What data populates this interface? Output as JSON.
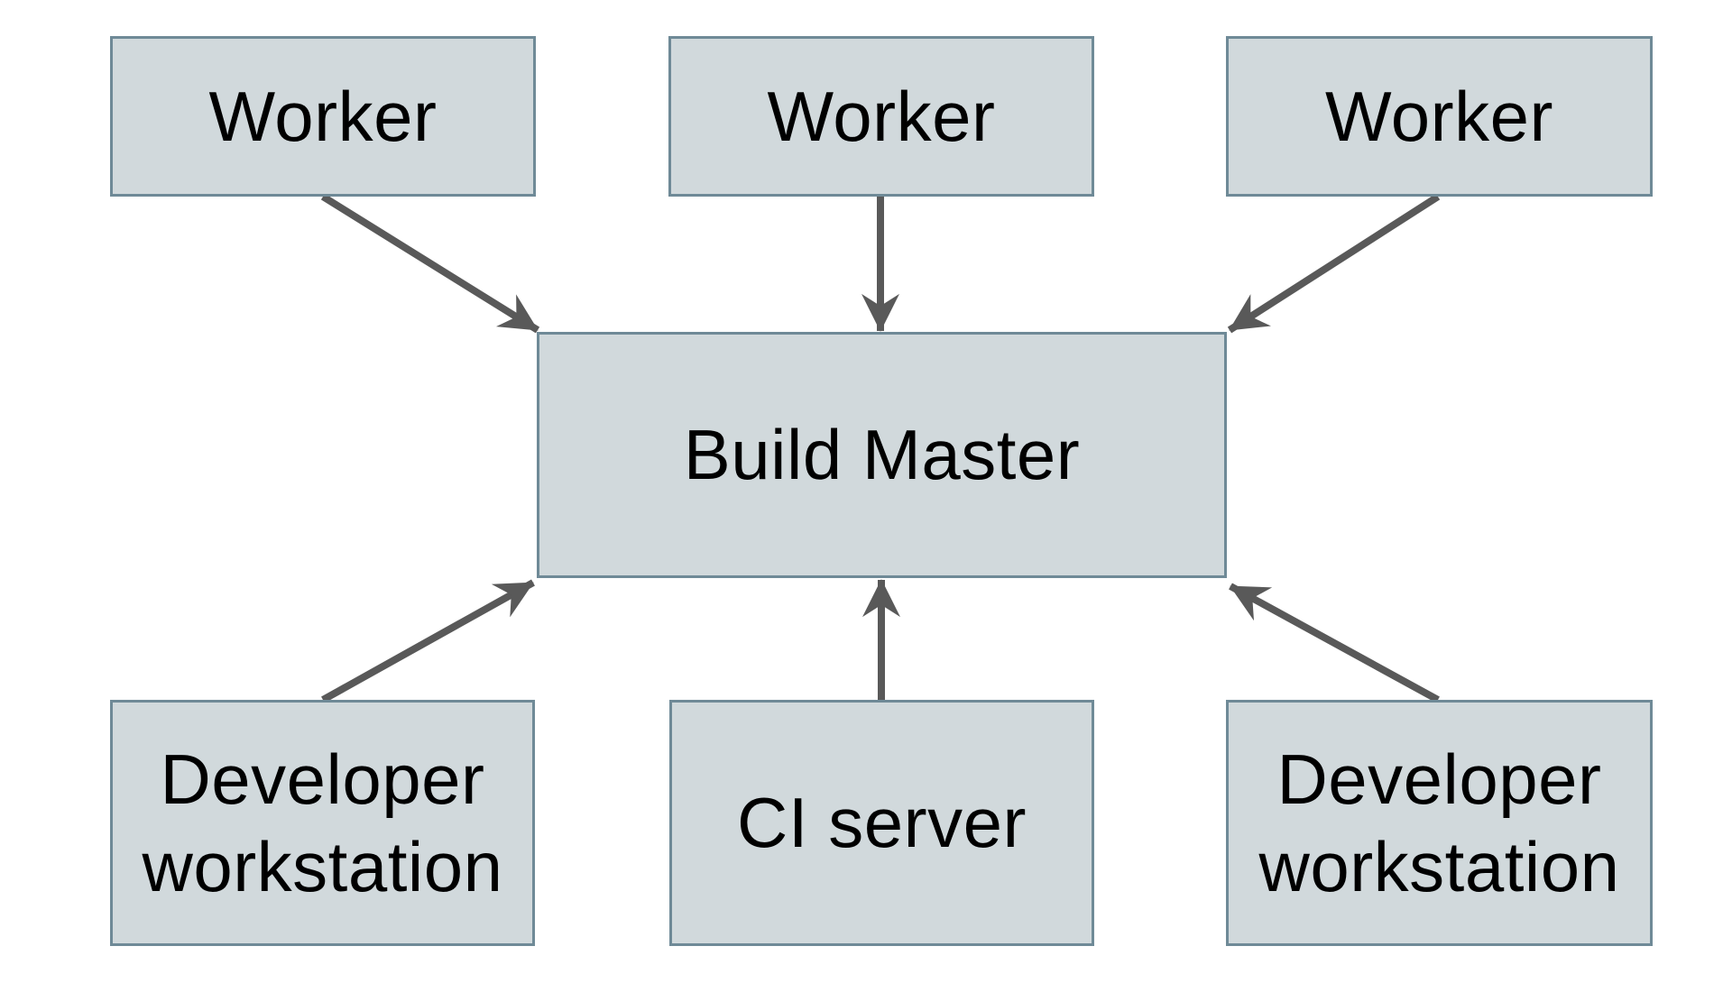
{
  "diagram": {
    "nodes": {
      "worker1": {
        "label": "Worker"
      },
      "worker2": {
        "label": "Worker"
      },
      "worker3": {
        "label": "Worker"
      },
      "build_master": {
        "label": "Build Master"
      },
      "dev_workstation_left": {
        "label": "Developer workstation"
      },
      "ci_server": {
        "label": "CI server"
      },
      "dev_workstation_right": {
        "label": "Developer workstation"
      }
    },
    "edges": [
      {
        "from": "worker1",
        "to": "build_master"
      },
      {
        "from": "worker2",
        "to": "build_master"
      },
      {
        "from": "worker3",
        "to": "build_master"
      },
      {
        "from": "dev_workstation_left",
        "to": "build_master"
      },
      {
        "from": "ci_server",
        "to": "build_master"
      },
      {
        "from": "dev_workstation_right",
        "to": "build_master"
      }
    ],
    "colors": {
      "node_fill": "#d1d9dc",
      "node_border": "#6f8a97",
      "arrow": "#595959",
      "text": "#000000",
      "background": "#ffffff"
    }
  }
}
